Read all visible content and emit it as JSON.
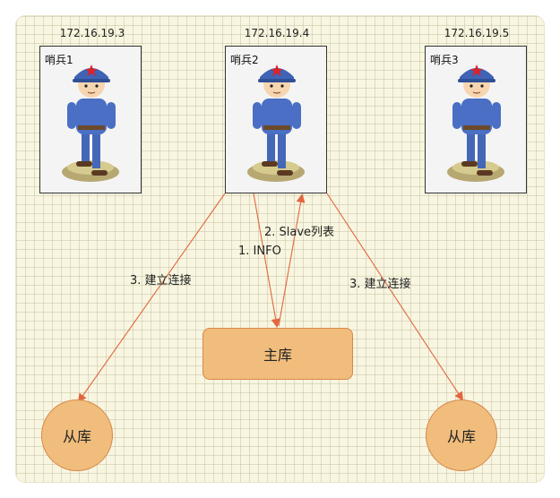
{
  "sentinels": [
    {
      "ip": "172.16.19.3",
      "label": "哨兵1"
    },
    {
      "ip": "172.16.19.4",
      "label": "哨兵2"
    },
    {
      "ip": "172.16.19.5",
      "label": "哨兵3"
    }
  ],
  "master": {
    "label": "主库"
  },
  "replicas": [
    {
      "label": "从库"
    },
    {
      "label": "从库"
    }
  ],
  "edges": {
    "info": "1. INFO",
    "slave_list": "2. Slave列表",
    "connect_left": "3. 建立连接",
    "connect_right": "3. 建立连接"
  },
  "colors": {
    "edge": "#e2673f",
    "node_fill": "#f0bd7c",
    "node_border": "#d9874a"
  }
}
